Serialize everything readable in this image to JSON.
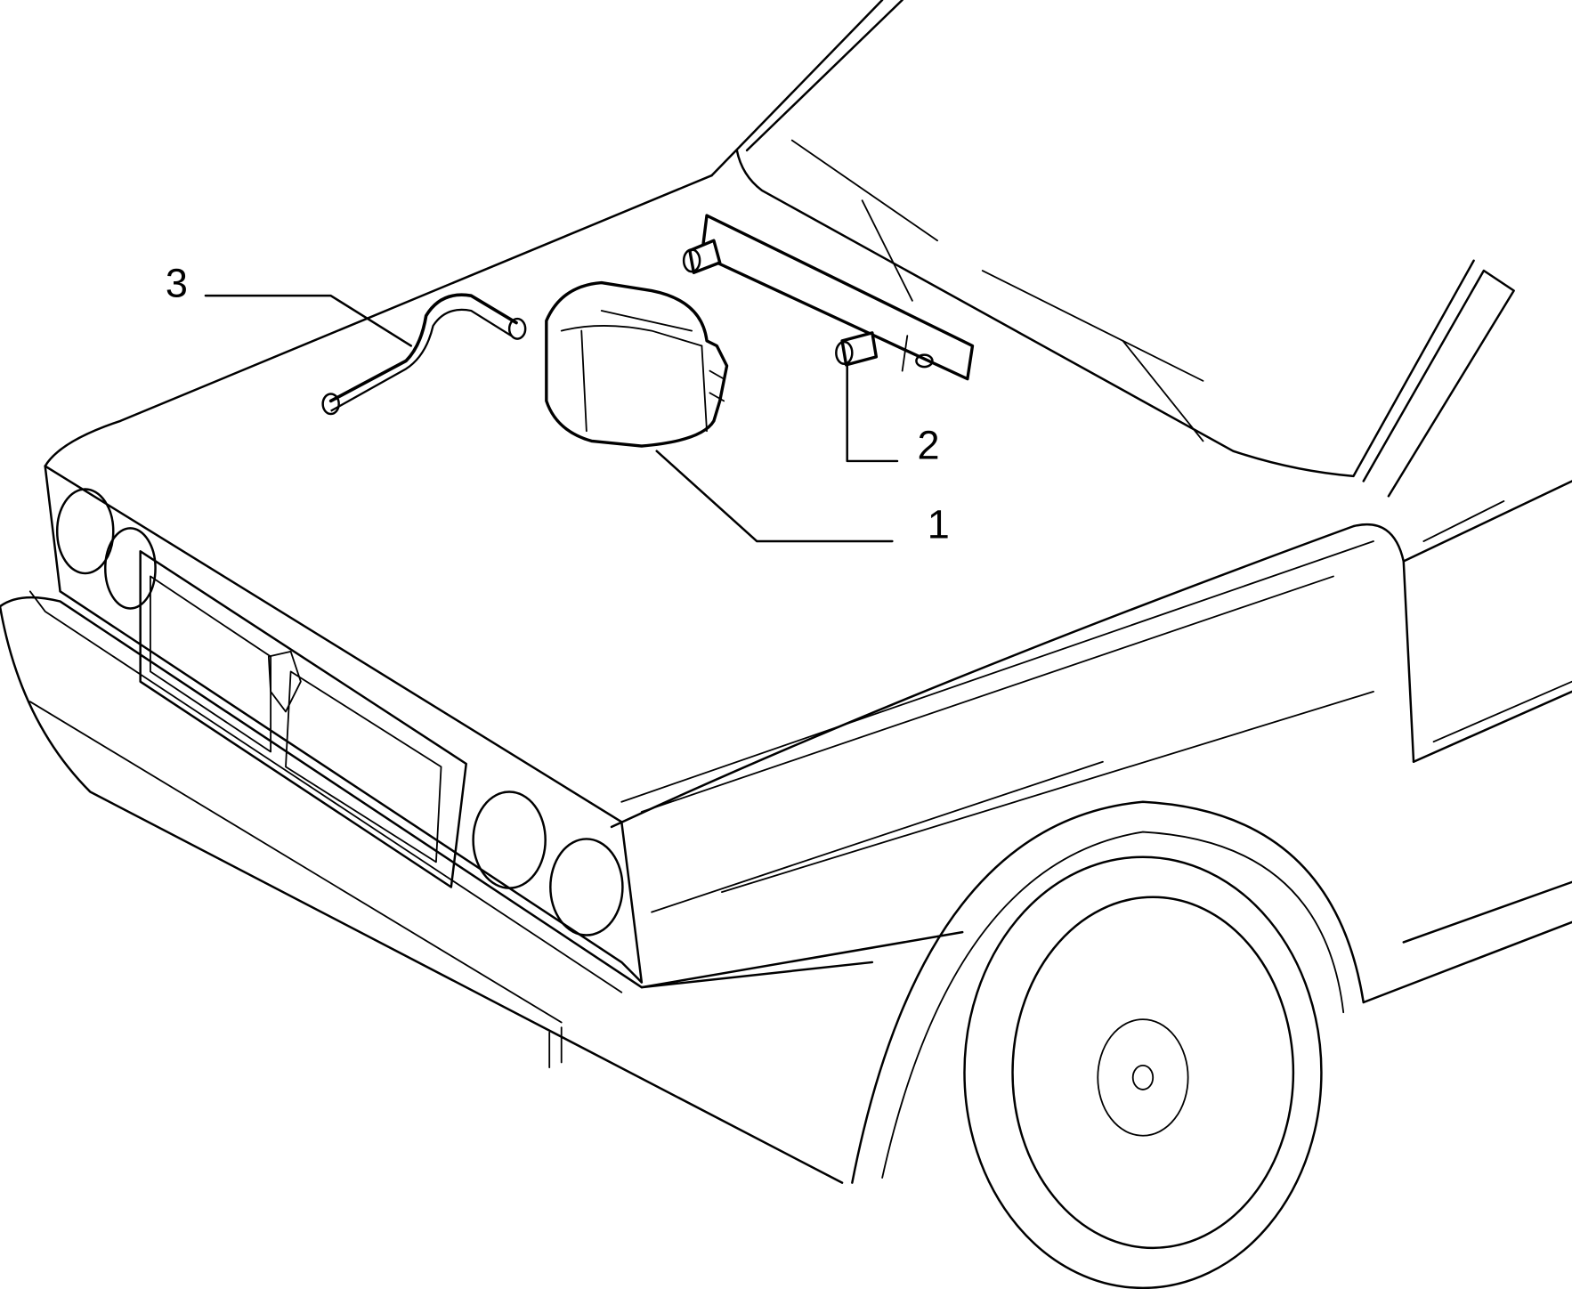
{
  "diagram": {
    "callouts": [
      {
        "number": "1",
        "part": "component-box"
      },
      {
        "number": "2",
        "part": "mounting-bracket"
      },
      {
        "number": "3",
        "part": "hose"
      }
    ],
    "line_color": "#000000",
    "background_color": "#ffffff"
  }
}
